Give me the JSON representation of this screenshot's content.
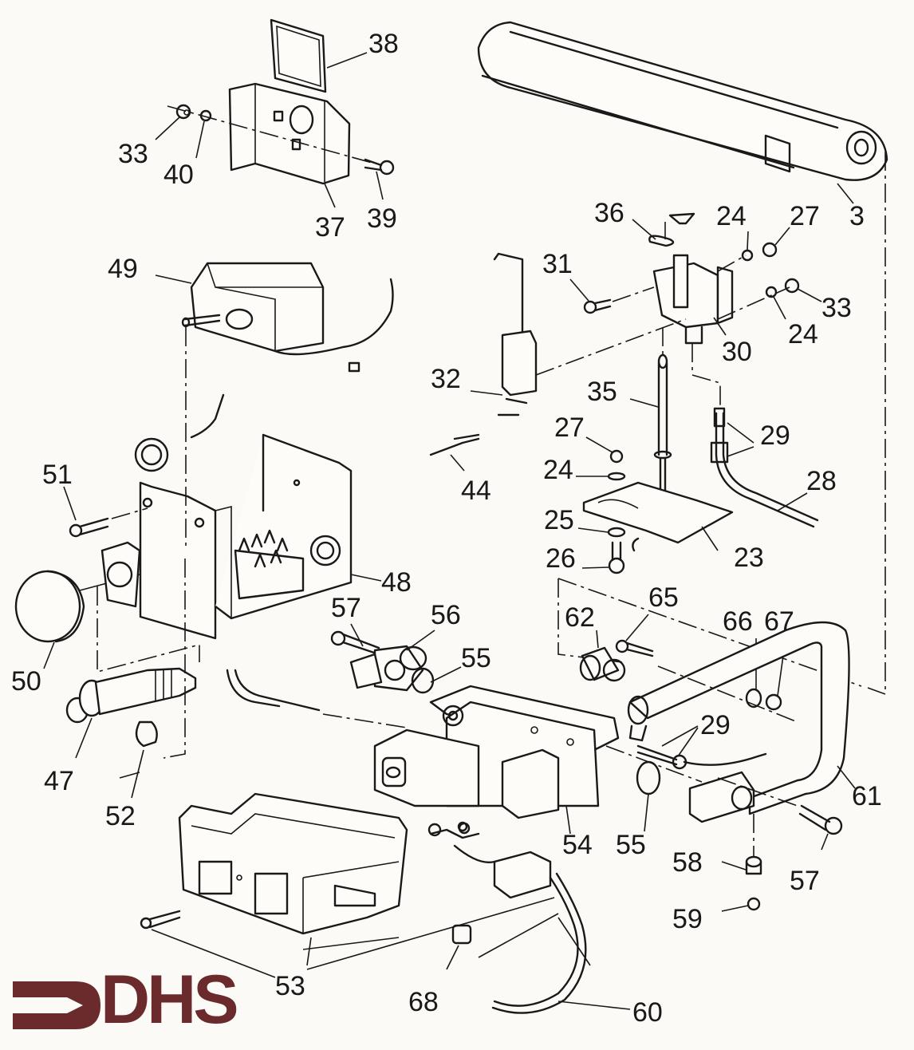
{
  "logo": {
    "text": "DHS",
    "color": "#6b2b2c"
  },
  "diagram": {
    "type": "exploded-parts-view",
    "line_color": "#1a1818",
    "labels": {
      "p3": "3",
      "p23": "23",
      "p24a": "24",
      "p24b": "24",
      "p24c": "24",
      "p25": "25",
      "p26": "26",
      "p27a": "27",
      "p27b": "27",
      "p28": "28",
      "p29a": "29",
      "p29b": "29",
      "p30": "30",
      "p31": "31",
      "p32": "32",
      "p33a": "33",
      "p33b": "33",
      "p35": "35",
      "p36": "36",
      "p37": "37",
      "p38": "38",
      "p39": "39",
      "p40": "40",
      "p44": "44",
      "p47": "47",
      "p48": "48",
      "p49": "49",
      "p50": "50",
      "p51": "51",
      "p52": "52",
      "p53": "53",
      "p54": "54",
      "p55a": "55",
      "p55b": "55",
      "p56": "56",
      "p57a": "57",
      "p57b": "57",
      "p58": "58",
      "p59": "59",
      "p60": "60",
      "p61": "61",
      "p62": "62",
      "p65": "65",
      "p66": "66",
      "p67": "67",
      "p68": "68"
    }
  }
}
